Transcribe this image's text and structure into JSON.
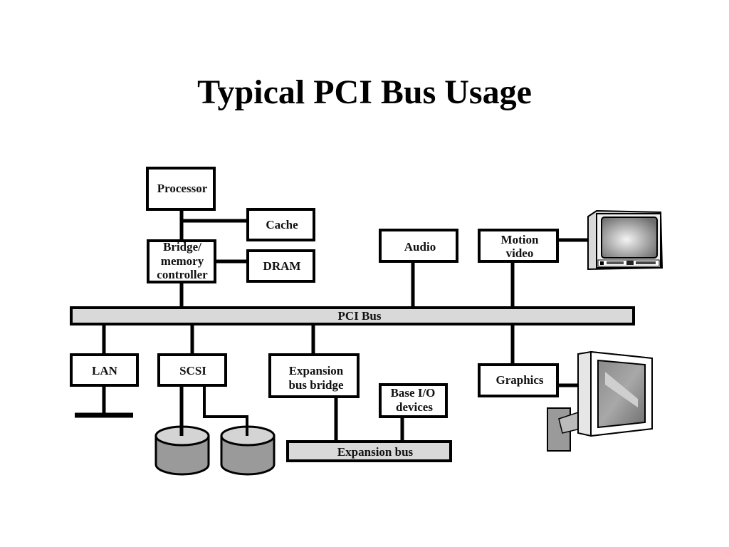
{
  "title": "Typical PCI Bus Usage",
  "diagram": {
    "nodes": {
      "processor": "Processor",
      "cache": "Cache",
      "bridge_line1": "Bridge/",
      "bridge_line2": "memory",
      "bridge_line3": "controller",
      "dram": "DRAM",
      "audio": "Audio",
      "motion_line1": "Motion",
      "motion_line2": "video",
      "pci_bus": "PCI Bus",
      "lan": "LAN",
      "scsi": "SCSI",
      "expbridge_line1": "Expansion",
      "expbridge_line2": "bus bridge",
      "baseio_line1": "Base I/O",
      "baseio_line2": "devices",
      "expansion_bus": "Expansion bus",
      "graphics": "Graphics"
    },
    "icons": [
      "crt-monitor-icon",
      "flat-panel-monitor-icon",
      "disk-drive-icon",
      "network-line-icon"
    ],
    "colors": {
      "bus_fill": "#d9d9d9",
      "disk_fill": "#9a9a9a",
      "disk_top": "#d4d4d4",
      "stroke": "#000000"
    }
  }
}
